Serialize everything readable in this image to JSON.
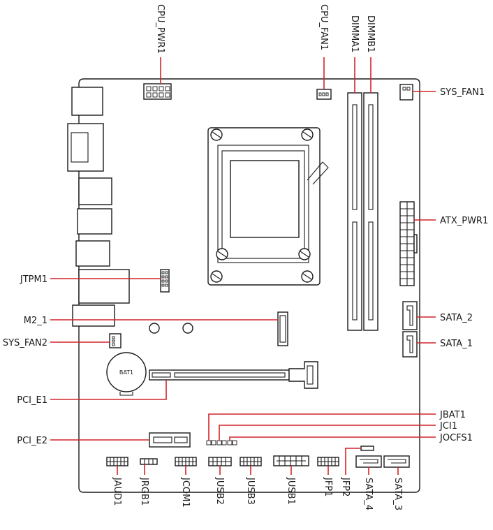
{
  "labels": {
    "cpu_pwr1": "CPU_PWR1",
    "cpu_fan1": "CPU_FAN1",
    "dimma1": "DIMMA1",
    "dimmb1": "DIMMB1",
    "sys_fan1": "SYS_FAN1",
    "atx_pwr1": "ATX_PWR1",
    "sata_2": "SATA_2",
    "sata_1": "SATA_1",
    "jtpm1": "JTPM1",
    "m2_1": "M2_1",
    "sys_fan2": "SYS_FAN2",
    "pci_e1": "PCI_E1",
    "pci_e2": "PCI_E2",
    "jbat1": "JBAT1",
    "jci1": "JCI1",
    "jocfs1": "JOCFS1",
    "jaud1": "JAUD1",
    "jrgb1": "JRGB1",
    "jcom1": "JCOM1",
    "jusb2": "JUSB2",
    "jusb3": "JUSB3",
    "jusb1": "JUSB1",
    "jfp1": "JFP1",
    "jfp2": "JFP2",
    "sata_4": "SATA_4",
    "sata_3": "SATA_3",
    "bat1": "BAT1"
  },
  "colors": {
    "leader": "#d2232a",
    "outline": "#1a1a1a",
    "background": "#ffffff"
  }
}
